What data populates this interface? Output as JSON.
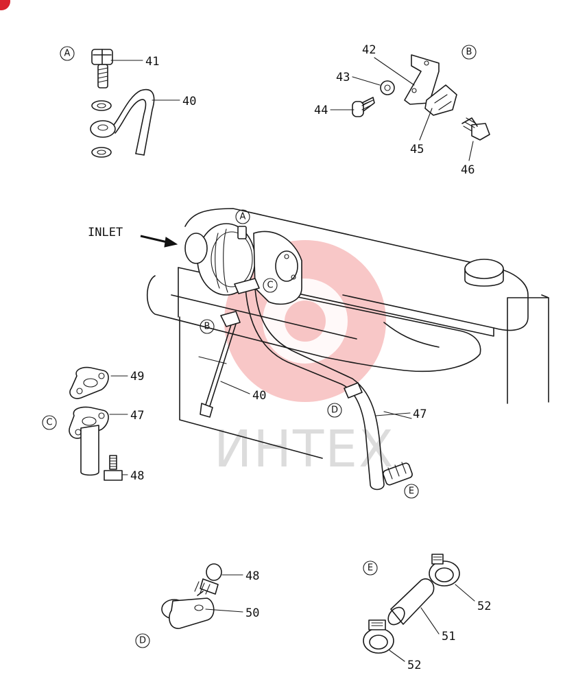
{
  "corner_badge": {
    "color": "#d9232e"
  },
  "watermark": {
    "text": "ИНТЕХ",
    "gear_color": "#f4a7a7",
    "text_color": "#d6d6d6"
  },
  "inlet_label": "INLET",
  "callouts": {
    "a": "A",
    "b": "B",
    "c": "C",
    "d": "D",
    "e": "E"
  },
  "part_numbers": {
    "p40": "40",
    "p41": "41",
    "p42": "42",
    "p43": "43",
    "p44": "44",
    "p45": "45",
    "p46": "46",
    "p47": "47",
    "p48": "48",
    "p49": "49",
    "p50": "50",
    "p51": "51",
    "p52": "52"
  },
  "icons": [
    "hollow-bolt-icon",
    "washer-icon",
    "pipe-icon",
    "bracket-icon",
    "clip-icon",
    "bolt-icon",
    "hose-clamp-icon",
    "hose-icon",
    "gasket-icon",
    "turbocharger-icon"
  ]
}
